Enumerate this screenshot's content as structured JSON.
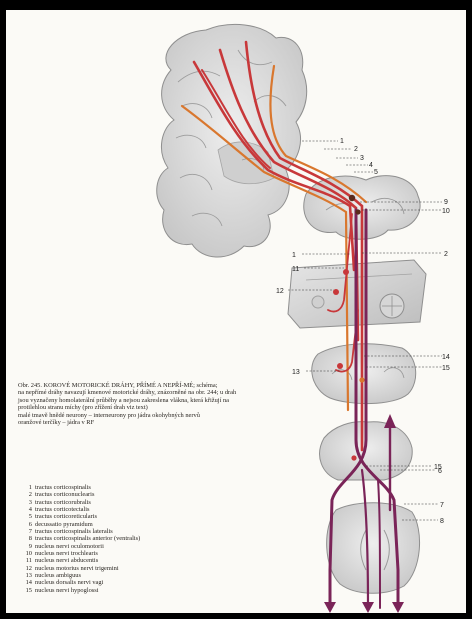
{
  "caption": {
    "title": "Obr. 245. KOROVÉ MOTORICKÉ DRÁHY, PŘÍMÉ A NEPŘÍ-MÉ; schéma;",
    "lines": [
      "na nepřímé dráhy navazují kmenové motorické dráhy, znázorněné na obr. 244; u drah jsou vyznačeny homolaterální průběhy a nejsou zakreslena vlákna, která křižují na protilehlou stranu míchy (pro zřížení drah viz text)",
      "malé tmavě hnědé neurony – interneurony pro jádra okohybných nervů",
      "oranžové terčíky – jádra v RF"
    ]
  },
  "legend": [
    {
      "num": "1",
      "text": "tractus corticospinalis"
    },
    {
      "num": "2",
      "text": "tractus corticonuclearis"
    },
    {
      "num": "3",
      "text": "tractus corticorubralis"
    },
    {
      "num": "4",
      "text": "tractus corticotectalis"
    },
    {
      "num": "5",
      "text": "tractus corticoreticularis"
    },
    {
      "num": "6",
      "text": "decussatio pyramidum"
    },
    {
      "num": "7",
      "text": "tractus corticospinalis lateralis"
    },
    {
      "num": "8",
      "text": "tractus corticospinalis anterior (ventralis)"
    },
    {
      "num": "9",
      "text": "nucleus nervi oculomotorii"
    },
    {
      "num": "10",
      "text": "nucleus nervi trochlearis"
    },
    {
      "num": "11",
      "text": "nucleus nervi abducentis"
    },
    {
      "num": "12",
      "text": "nucleus motorius nervi trigemini"
    },
    {
      "num": "13",
      "text": "nucleus ambiguus"
    },
    {
      "num": "14",
      "text": "nucleus dorsalis nervi vagi"
    },
    {
      "num": "15",
      "text": "nucleus nervi hypoglossi"
    }
  ],
  "figure_labels": {
    "l1a": "1",
    "l2a": "2",
    "l3": "3",
    "l4": "4",
    "l5": "5",
    "l9": "9",
    "l10": "10",
    "l1b": "1",
    "l2b": "2",
    "l11": "11",
    "l12": "12",
    "l14": "14",
    "l15a": "15",
    "l13": "13",
    "l15b": "15",
    "l6": "6",
    "l7": "7",
    "l8": "8"
  },
  "colors": {
    "direct_tract": "#c8383a",
    "indirect_tract": "#d9772e",
    "spinal_tract": "#7a2458",
    "tissue": "#dcdcdc"
  }
}
